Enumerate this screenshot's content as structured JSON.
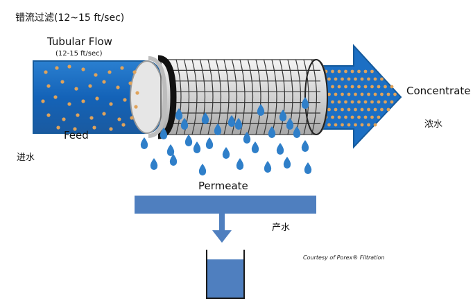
{
  "title": "错流过滤(12~15 ft/sec)",
  "labels": {
    "tubular_flow": "Tubular Flow",
    "tubular_flow_rate": "(12-15 ft/sec)",
    "feed": "Feed",
    "feed_cn": "进水",
    "concentrate": "Concentrate",
    "concentrate_cn": "浓水",
    "permeate": "Permeate",
    "permeate_cn": "产水",
    "courtesy": "Courtesy of Porex® Filtration"
  },
  "colors": {
    "flow_blue": "#1c6fc4",
    "flow_dark": "#1a4f8a",
    "particle": "#e0a35a",
    "membrane_gray": "#d0d0d0",
    "membrane_dark": "#1e1e1e",
    "drop_blue": "#2f7fc9",
    "permeate_bar": "#4f7fbf",
    "tank_water": "#4f7fbf"
  }
}
